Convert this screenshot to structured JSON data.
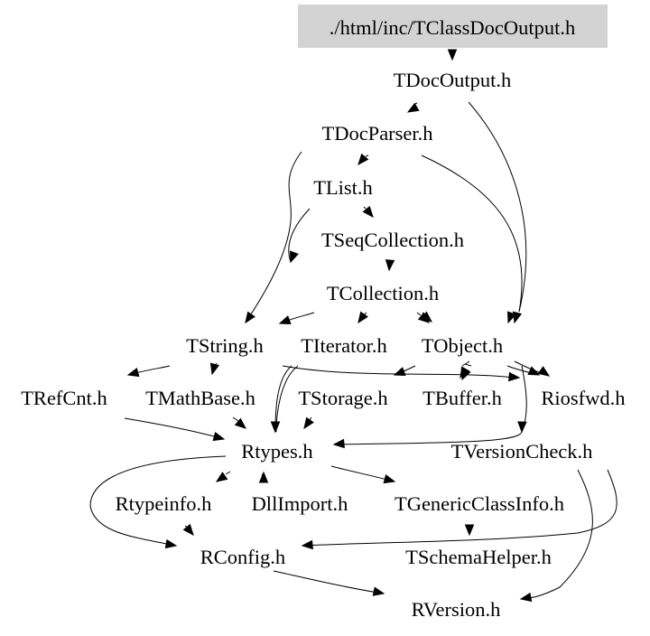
{
  "diagram": {
    "title": "./html/inc/TClassDocOutput.h",
    "type": "include-dependency-graph",
    "root": "./html/inc/TClassDocOutput.h",
    "highlight_color": "#d3d3d3",
    "nodes": [
      {
        "id": "root",
        "label": "./html/inc/TClassDocOutput.h",
        "highlighted": true
      },
      {
        "id": "TDocOutput",
        "label": "TDocOutput.h"
      },
      {
        "id": "TDocParser",
        "label": "TDocParser.h"
      },
      {
        "id": "TList",
        "label": "TList.h"
      },
      {
        "id": "TSeqCollection",
        "label": "TSeqCollection.h"
      },
      {
        "id": "TCollection",
        "label": "TCollection.h"
      },
      {
        "id": "TString",
        "label": "TString.h"
      },
      {
        "id": "TIterator",
        "label": "TIterator.h"
      },
      {
        "id": "TObject",
        "label": "TObject.h"
      },
      {
        "id": "TRefCnt",
        "label": "TRefCnt.h"
      },
      {
        "id": "TMathBase",
        "label": "TMathBase.h"
      },
      {
        "id": "TStorage",
        "label": "TStorage.h"
      },
      {
        "id": "TBuffer",
        "label": "TBuffer.h"
      },
      {
        "id": "Riosfwd",
        "label": "Riosfwd.h"
      },
      {
        "id": "Rtypes",
        "label": "Rtypes.h"
      },
      {
        "id": "TVersionCheck",
        "label": "TVersionCheck.h"
      },
      {
        "id": "Rtypeinfo",
        "label": "Rtypeinfo.h"
      },
      {
        "id": "DllImport",
        "label": "DllImport.h"
      },
      {
        "id": "TGenericClassInfo",
        "label": "TGenericClassInfo.h"
      },
      {
        "id": "RConfig",
        "label": "RConfig.h"
      },
      {
        "id": "TSchemaHelper",
        "label": "TSchemaHelper.h"
      },
      {
        "id": "RVersion",
        "label": "RVersion.h"
      }
    ],
    "edges": [
      {
        "from": "root",
        "to": "TDocOutput"
      },
      {
        "from": "TDocOutput",
        "to": "TDocParser"
      },
      {
        "from": "TDocOutput",
        "to": "TObject"
      },
      {
        "from": "TDocParser",
        "to": "TList"
      },
      {
        "from": "TDocParser",
        "to": "TString"
      },
      {
        "from": "TDocParser",
        "to": "TObject"
      },
      {
        "from": "TList",
        "to": "TSeqCollection"
      },
      {
        "from": "TList",
        "to": "TString"
      },
      {
        "from": "TSeqCollection",
        "to": "TCollection"
      },
      {
        "from": "TCollection",
        "to": "TString"
      },
      {
        "from": "TCollection",
        "to": "TIterator"
      },
      {
        "from": "TCollection",
        "to": "TObject"
      },
      {
        "from": "TCollection",
        "to": "TObject"
      },
      {
        "from": "TString",
        "to": "TRefCnt"
      },
      {
        "from": "TString",
        "to": "TMathBase"
      },
      {
        "from": "TString",
        "to": "Rtypes"
      },
      {
        "from": "TString",
        "to": "Riosfwd"
      },
      {
        "from": "TIterator",
        "to": "Rtypes"
      },
      {
        "from": "TObject",
        "to": "TStorage"
      },
      {
        "from": "TObject",
        "to": "TBuffer"
      },
      {
        "from": "TObject",
        "to": "TBuffer"
      },
      {
        "from": "TObject",
        "to": "Riosfwd"
      },
      {
        "from": "TObject",
        "to": "Riosfwd"
      },
      {
        "from": "TObject",
        "to": "TVersionCheck"
      },
      {
        "from": "TRefCnt",
        "to": "Rtypes"
      },
      {
        "from": "TMathBase",
        "to": "Rtypes"
      },
      {
        "from": "TStorage",
        "to": "Rtypes"
      },
      {
        "from": "TVersionCheck",
        "to": "Rtypes"
      },
      {
        "from": "TVersionCheck",
        "to": "RVersion"
      },
      {
        "from": "Riosfwd",
        "to": "RConfig"
      },
      {
        "from": "Rtypes",
        "to": "Rtypeinfo"
      },
      {
        "from": "Rtypes",
        "to": "DllImport"
      },
      {
        "from": "Rtypes",
        "to": "TGenericClassInfo"
      },
      {
        "from": "Rtypes",
        "to": "RConfig"
      },
      {
        "from": "Rtypeinfo",
        "to": "RConfig"
      },
      {
        "from": "TGenericClassInfo",
        "to": "TSchemaHelper"
      },
      {
        "from": "RConfig",
        "to": "RVersion"
      }
    ]
  }
}
